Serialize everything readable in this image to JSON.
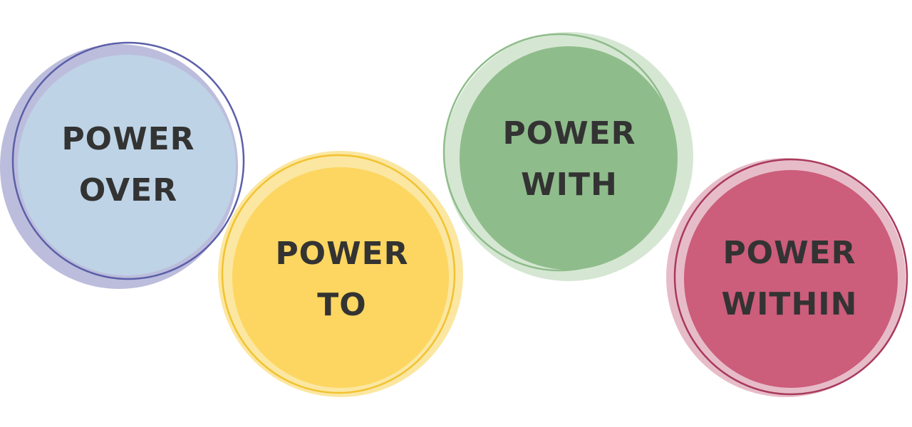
{
  "circles": [
    {
      "line1": "POWER",
      "line2": "OVER",
      "fill_color": "#bed3e6",
      "halo_color": "#bcbddc",
      "ring_color": "#5b5fa8"
    },
    {
      "line1": "POWER",
      "line2": "TO",
      "fill_color": "#fcd660",
      "halo_color": "#fbe7a1",
      "ring_color": "#f2c230"
    },
    {
      "line1": "POWER",
      "line2": "WITH",
      "fill_color": "#8fbc8b",
      "halo_color": "#d5e7d2",
      "ring_color": "#8fbc8b"
    },
    {
      "line1": "POWER",
      "line2": "WITHIN",
      "fill_color": "#cc5d7b",
      "halo_color": "#e7bcc9",
      "ring_color": "#a93a5c"
    }
  ]
}
